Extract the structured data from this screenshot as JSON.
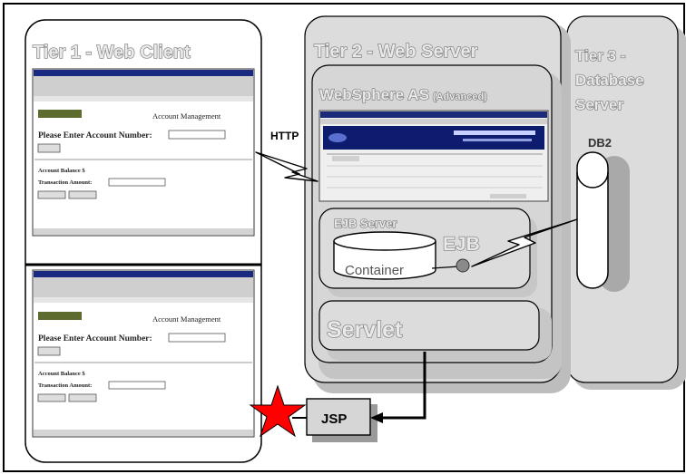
{
  "tiers": {
    "tier1": {
      "title": "Tier 1 - Web Client"
    },
    "tier2": {
      "title": "Tier 2 - Web Server"
    },
    "tier3": {
      "title_lines": [
        "Tier 3 -",
        "Database",
        "Server"
      ]
    }
  },
  "websphere": {
    "title": "WebSphere AS",
    "edition": "(Advanced)"
  },
  "ejb_server": {
    "title": "EJB Server",
    "ejb_label": "EJB",
    "container_label": "Container"
  },
  "servlet": {
    "label": "Servlet"
  },
  "jsp": {
    "label": "JSP"
  },
  "http": {
    "label": "HTTP"
  },
  "db": {
    "label": "DB2"
  },
  "browser": {
    "heading": "Account Management",
    "prompt": "Please Enter Account Number:",
    "balance_label": "Account Balance $",
    "transaction_label": "Transaction Amount:"
  },
  "colors": {
    "tier_fill": "#d9d9d9",
    "shadow": "#b8b8b8",
    "outline": "#000000",
    "star": "#ff0000",
    "ejb_dot": "#888888"
  }
}
